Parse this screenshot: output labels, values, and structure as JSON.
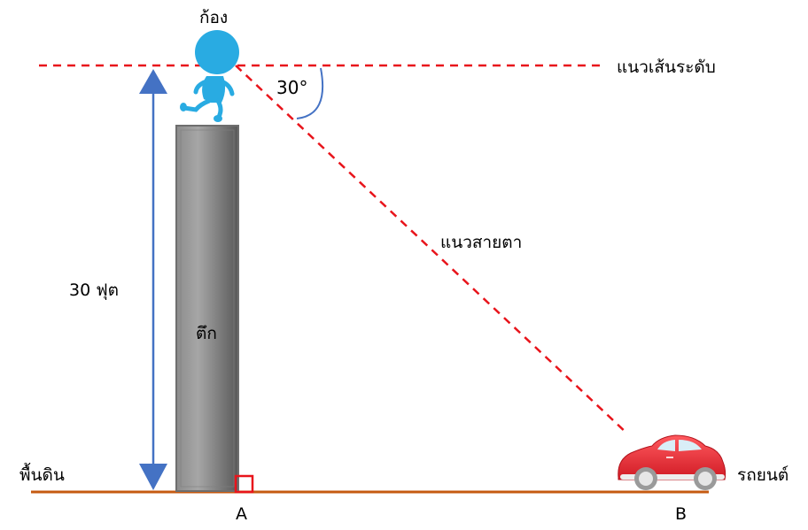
{
  "labels": {
    "person": "ก้อง",
    "horizontal_line": "แนวเส้นระดับ",
    "angle": "30°",
    "line_of_sight": "แนวสายตา",
    "height": "30 ฟุต",
    "building": "ตึก",
    "ground": "พื้นดิน",
    "car": "รถยนต์",
    "point_a": "A",
    "point_b": "B"
  },
  "values": {
    "angle_of_depression_deg": 30,
    "building_height_ft": 30
  },
  "colors": {
    "dashed_lines": "#e8141b",
    "ground": "#c55a11",
    "height_arrow": "#4472c4",
    "angle_arc": "#4472c4",
    "building_light": "#a6a6a6",
    "building_dark": "#595959",
    "person": "#29abe2",
    "car_body": "#e8212e",
    "right_angle_marker": "#e8141b"
  }
}
